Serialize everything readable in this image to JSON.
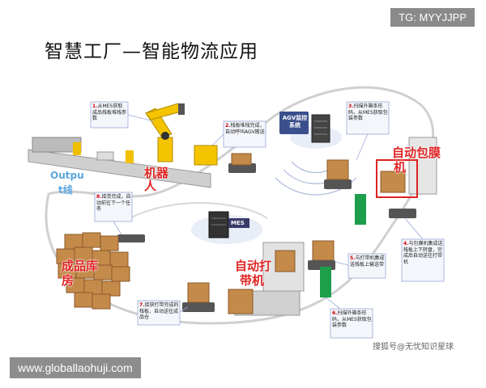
{
  "watermark_top": "TG: MYYJJPP",
  "watermark_bottom": "www.globallaohuji.com",
  "title": "智慧工厂—智能物流应用",
  "source_mark": "搜狐号@无忧知识星球",
  "systems": {
    "agv": "AGV监控系统",
    "mes": "MES"
  },
  "stations": {
    "output": "Outpu",
    "output2": "t线",
    "robot": "机器人",
    "wrap": "自动包膜",
    "wrap2": "机",
    "strap": "自动打",
    "strap2": "带机",
    "finished": "成品库",
    "finished2": "房"
  },
  "steps": [
    {
      "num": "1.",
      "text": "从MES获取成品栈板堆栈参数"
    },
    {
      "num": "2.",
      "text": "栈板堆栈完成，自动呼叫AGV搬送"
    },
    {
      "num": "3.",
      "text": "扫描外箱条形码，从MES获取包装参数"
    },
    {
      "num": "4.",
      "text": "与包膜机集成送栈板上下转盘，完成后自动送往打带机"
    },
    {
      "num": "5.",
      "text": "与打带机集成送栈板上输送带"
    },
    {
      "num": "6.",
      "text": "扫描外箱条形码，从MES获取包装参数"
    },
    {
      "num": "7.",
      "text": "接获打带完成的栈板，自动送往成品仓"
    },
    {
      "num": "8.",
      "text": "接货完成，自动前往下一个任务"
    }
  ],
  "colors": {
    "accent_red": "#e02525",
    "route": "#cfcfcf",
    "note_border": "#9aa7d6",
    "mes_box": "#3b3b6b"
  }
}
